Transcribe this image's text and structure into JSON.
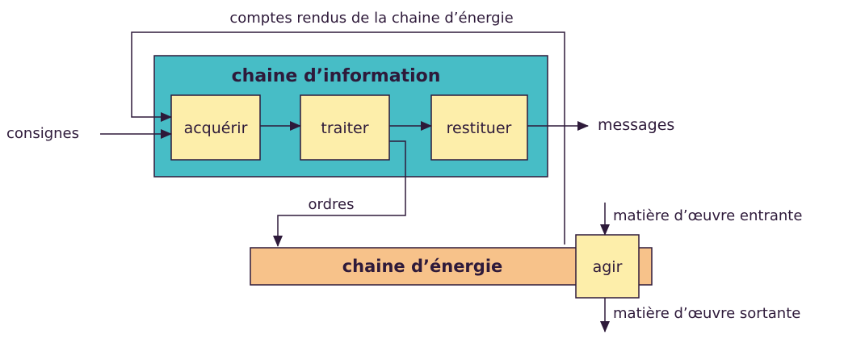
{
  "diagram": {
    "feedback_label": "comptes rendus de la chaine d’énergie",
    "info_chain": {
      "title": "chaine d’information",
      "acquire": "acquérir",
      "process": "traiter",
      "output": "restituer"
    },
    "inputs": {
      "setpoints": "consignes"
    },
    "outputs": {
      "messages": "messages"
    },
    "orders_label": "ordres",
    "energy_chain": {
      "title": "chaine d’énergie",
      "act": "agir"
    },
    "materials": {
      "incoming": "matière d’œuvre entrante",
      "outgoing": "matière d’œuvre sortante"
    }
  },
  "colors": {
    "info_chain_fill": "#47bdc6",
    "function_block_fill": "#fdeeaa",
    "energy_chain_fill": "#f7c28a",
    "line": "#2e1a3a"
  }
}
